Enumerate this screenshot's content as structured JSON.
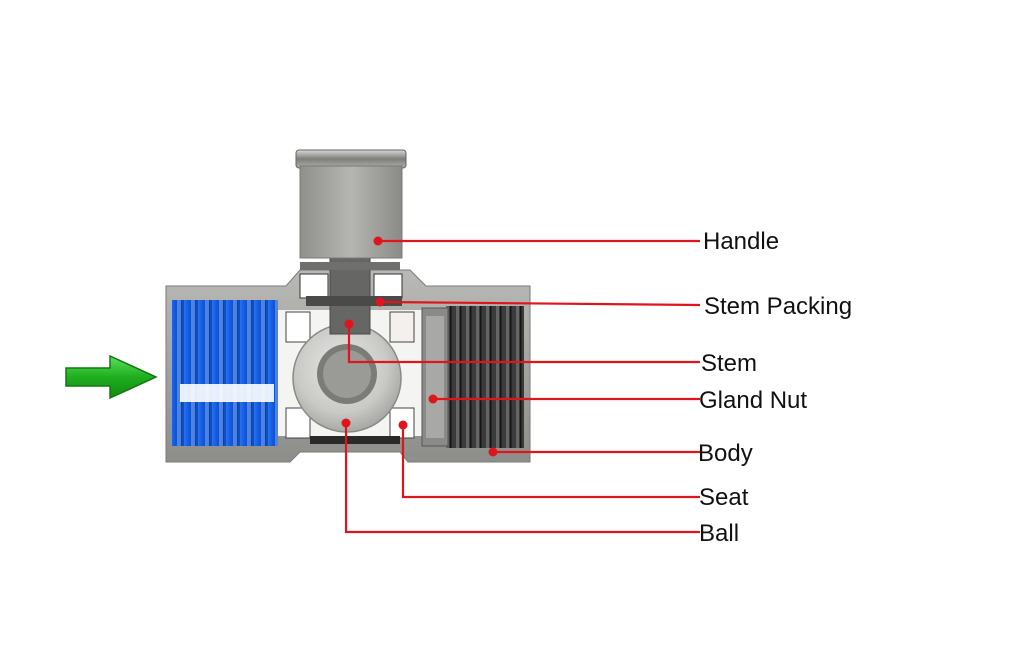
{
  "diagram": {
    "labels": [
      {
        "id": "handle",
        "text": "Handle"
      },
      {
        "id": "stem-packing",
        "text": "Stem Packing"
      },
      {
        "id": "stem",
        "text": "Stem"
      },
      {
        "id": "gland-nut",
        "text": "Gland Nut"
      },
      {
        "id": "body",
        "text": "Body"
      },
      {
        "id": "seat",
        "text": "Seat"
      },
      {
        "id": "ball",
        "text": "Ball"
      }
    ],
    "colors": {
      "leader": "#e0141b",
      "inlet_thread": "#1565e8",
      "flow_arrow": "#22b422",
      "body_metal": "#9a9a98",
      "outlet_thread": "#3a3a3a"
    },
    "icons": {
      "flow": "flow-direction-arrow-icon"
    }
  }
}
